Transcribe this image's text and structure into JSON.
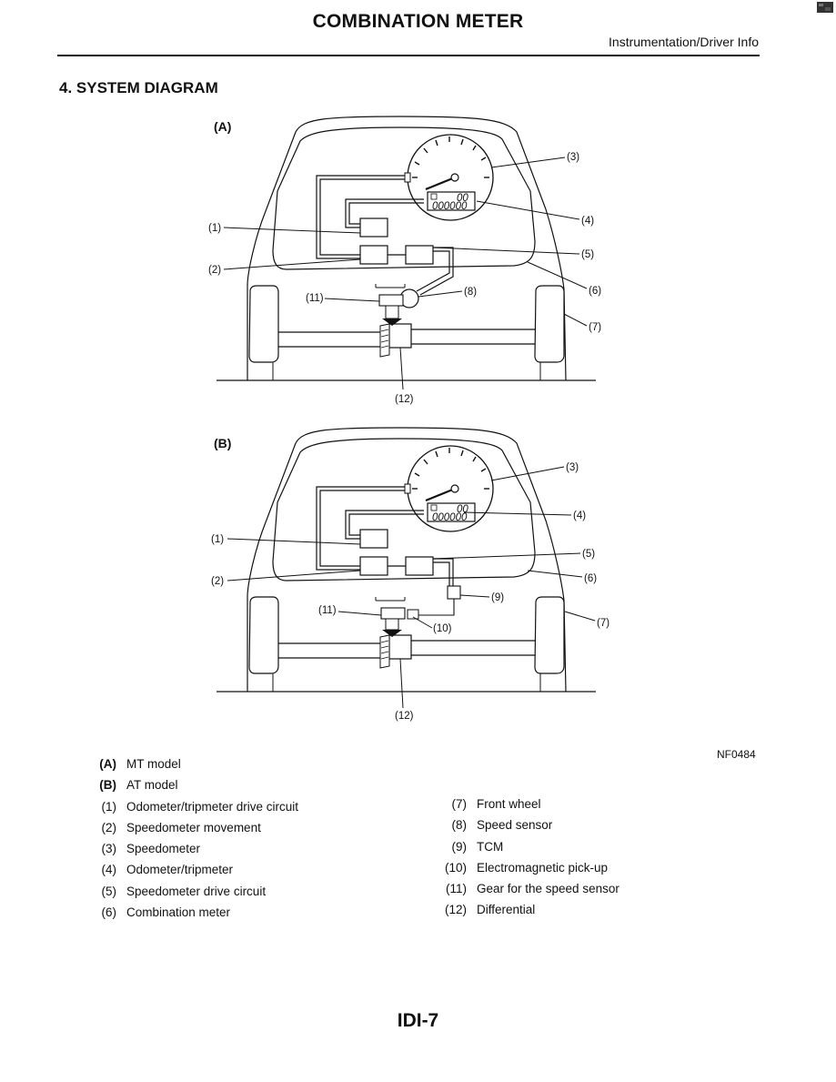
{
  "header": {
    "title": "COMBINATION METER",
    "section": "Instrumentation/Driver Info"
  },
  "section_heading": "4. SYSTEM DIAGRAM",
  "diagrams": [
    {
      "panel_label": "(A)",
      "callouts": [
        "(1)",
        "(2)",
        "(3)",
        "(4)",
        "(5)",
        "(6)",
        "(7)",
        "(8)",
        "(11)",
        "(12)"
      ]
    },
    {
      "panel_label": "(B)",
      "callouts": [
        "(1)",
        "(2)",
        "(3)",
        "(4)",
        "(5)",
        "(6)",
        "(7)",
        "(9)",
        "(10)",
        "(11)",
        "(12)"
      ]
    }
  ],
  "meter_display": {
    "trip": "00",
    "odo": "000000"
  },
  "figure_code": "NF0484",
  "legend": {
    "left": [
      {
        "key": "(A)",
        "label": "MT model",
        "bold": true
      },
      {
        "key": "(B)",
        "label": "AT model",
        "bold": true
      },
      {
        "key": "(1)",
        "label": "Odometer/tripmeter drive circuit"
      },
      {
        "key": "(2)",
        "label": "Speedometer movement"
      },
      {
        "key": "(3)",
        "label": "Speedometer"
      },
      {
        "key": "(4)",
        "label": "Odometer/tripmeter"
      },
      {
        "key": "(5)",
        "label": "Speedometer drive circuit"
      },
      {
        "key": "(6)",
        "label": "Combination meter"
      }
    ],
    "right": [
      {
        "key": "(7)",
        "label": "Front wheel"
      },
      {
        "key": "(8)",
        "label": "Speed sensor"
      },
      {
        "key": "(9)",
        "label": "TCM"
      },
      {
        "key": "(10)",
        "label": "Electromagnetic pick-up"
      },
      {
        "key": "(11)",
        "label": "Gear for the speed sensor"
      },
      {
        "key": "(12)",
        "label": "Differential"
      }
    ]
  },
  "page_number": "IDI-7"
}
